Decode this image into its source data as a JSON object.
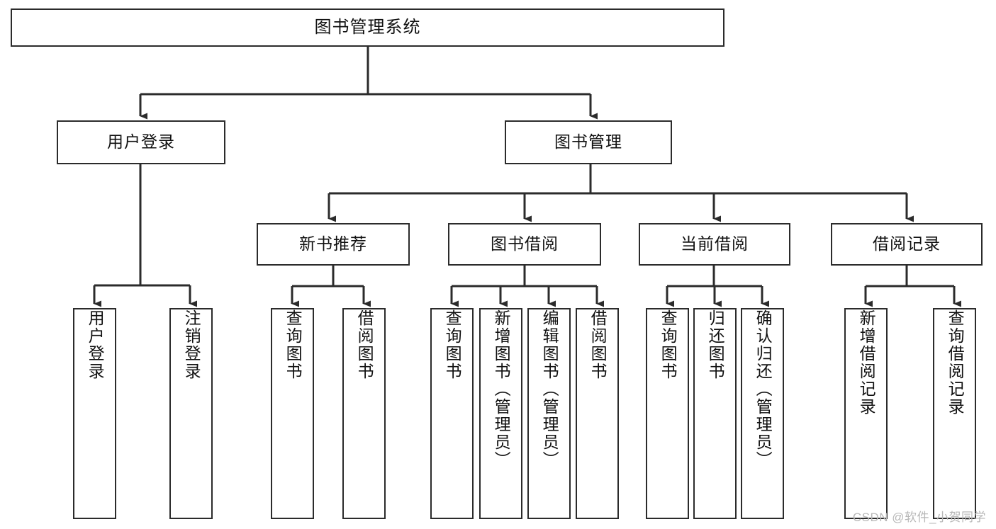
{
  "diagram": {
    "type": "hierarchy-tree",
    "title": "图书管理系统",
    "orientation": "top-down",
    "levels": 4,
    "watermark": "CSDN @软件_小贺同学",
    "colors": {
      "box_border": "#2b2b2b",
      "box_fill": "#ffffff",
      "connector": "#2b2b2b",
      "text": "#111111",
      "watermark": "#b7b7b7",
      "background": "#ffffff"
    },
    "nodes": {
      "root": {
        "label": "图书管理系统"
      },
      "level2": [
        {
          "id": "user-login",
          "label": "用户登录"
        },
        {
          "id": "book-management",
          "label": "图书管理"
        }
      ],
      "level3": [
        {
          "id": "new-book-recommend",
          "label": "新书推荐"
        },
        {
          "id": "book-borrow",
          "label": "图书借阅"
        },
        {
          "id": "current-borrow",
          "label": "当前借阅"
        },
        {
          "id": "borrow-record",
          "label": "借阅记录"
        }
      ],
      "leaves": {
        "user-login": [
          {
            "id": "leaf-user-login",
            "label": "用户登录"
          },
          {
            "id": "leaf-logout-login",
            "label": "注销登录"
          }
        ],
        "new-book-recommend": [
          {
            "id": "leaf-query-book-1",
            "label": "查询图书"
          },
          {
            "id": "leaf-borrow-book-1",
            "label": "借阅图书"
          }
        ],
        "book-borrow": [
          {
            "id": "leaf-query-book-2",
            "label": "查询图书"
          },
          {
            "id": "leaf-add-book",
            "label": "新增图书（管理员）"
          },
          {
            "id": "leaf-edit-book",
            "label": "编辑图书（管理员）"
          },
          {
            "id": "leaf-borrow-book-2",
            "label": "借阅图书"
          }
        ],
        "current-borrow": [
          {
            "id": "leaf-query-book-3",
            "label": "查询图书"
          },
          {
            "id": "leaf-return-book",
            "label": "归还图书"
          },
          {
            "id": "leaf-confirm-return",
            "label": "确认归还（管理员）"
          }
        ],
        "borrow-record": [
          {
            "id": "leaf-add-record",
            "label": "新增借阅记录"
          },
          {
            "id": "leaf-query-record",
            "label": "查询借阅记录"
          }
        ]
      }
    }
  }
}
